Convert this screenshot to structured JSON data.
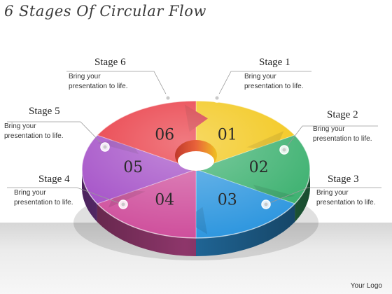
{
  "title": "6 Stages Of Circular Flow",
  "logo_text": "Your Logo",
  "segments": [
    {
      "number": "01",
      "color": "#f2c512"
    },
    {
      "number": "02",
      "color": "#3ab06e"
    },
    {
      "number": "03",
      "color": "#2f97df"
    },
    {
      "number": "04",
      "color": "#cf4f9c"
    },
    {
      "number": "05",
      "color": "#a24cc6"
    },
    {
      "number": "06",
      "color": "#e8323c"
    }
  ],
  "stages": [
    {
      "title": "Stage 1",
      "text_line1": "Bring your",
      "text_line2": "presentation to life."
    },
    {
      "title": "Stage 2",
      "text_line1": "Bring your",
      "text_line2": "presentation to life."
    },
    {
      "title": "Stage 3",
      "text_line1": "Bring your",
      "text_line2": "presentation to life."
    },
    {
      "title": "Stage 4",
      "text_line1": "Bring your",
      "text_line2": "presentation to life."
    },
    {
      "title": "Stage 5",
      "text_line1": "Bring your",
      "text_line2": "presentation to life."
    },
    {
      "title": "Stage 6",
      "text_line1": "Bring your",
      "text_line2": "presentation to life."
    }
  ]
}
